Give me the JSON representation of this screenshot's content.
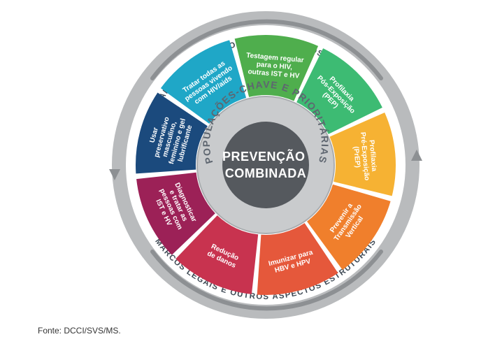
{
  "outer_ring": {
    "top_text": "MARCOS LEGAIS E OUTROS ASPECTOS ESTRUTURAIS",
    "bottom_text": "MARCOS LEGAIS E OUTROS ASPECTOS ESTRUTURAIS"
  },
  "inner_ring": {
    "text": "POPULAÇÕES-CHAVE E PRIORITÁRIAS"
  },
  "center": {
    "lines": [
      "PREVENÇÃO",
      "COMBINADA"
    ]
  },
  "segments": [
    {
      "lines": [
        "Testagem regular",
        "para o HIV,",
        "outras IST e HV"
      ],
      "color": "#4fae4d"
    },
    {
      "lines": [
        "Profilaxia",
        "Pós-Exposição",
        "(PEP)"
      ],
      "color": "#3dbb73"
    },
    {
      "lines": [
        "Profilaxia",
        "Pré-Exposição",
        "(PrEP)"
      ],
      "color": "#f6b233"
    },
    {
      "lines": [
        "Prevenir a",
        "Transmissão",
        "Vertical"
      ],
      "color": "#f07f2c"
    },
    {
      "lines": [
        "Imunizar para",
        "HBV e HPV"
      ],
      "color": "#e5583b"
    },
    {
      "lines": [
        "Redução",
        "de danos"
      ],
      "color": "#c8334f"
    },
    {
      "lines": [
        "Diagnosticar",
        "e tratar as",
        "pessoas com",
        "IST e HV"
      ],
      "color": "#9c2157"
    },
    {
      "lines": [
        "Usar",
        "preservativo",
        "masculino,",
        "feminino e gel",
        "lubrificante"
      ],
      "color": "#1b4a7d"
    },
    {
      "lines": [
        "Tratar todas as",
        "pessoas vivendo",
        "com HIV/aids"
      ],
      "color": "#1fa7c7"
    }
  ],
  "source": "Fonte: DCCI/SVS/MS."
}
